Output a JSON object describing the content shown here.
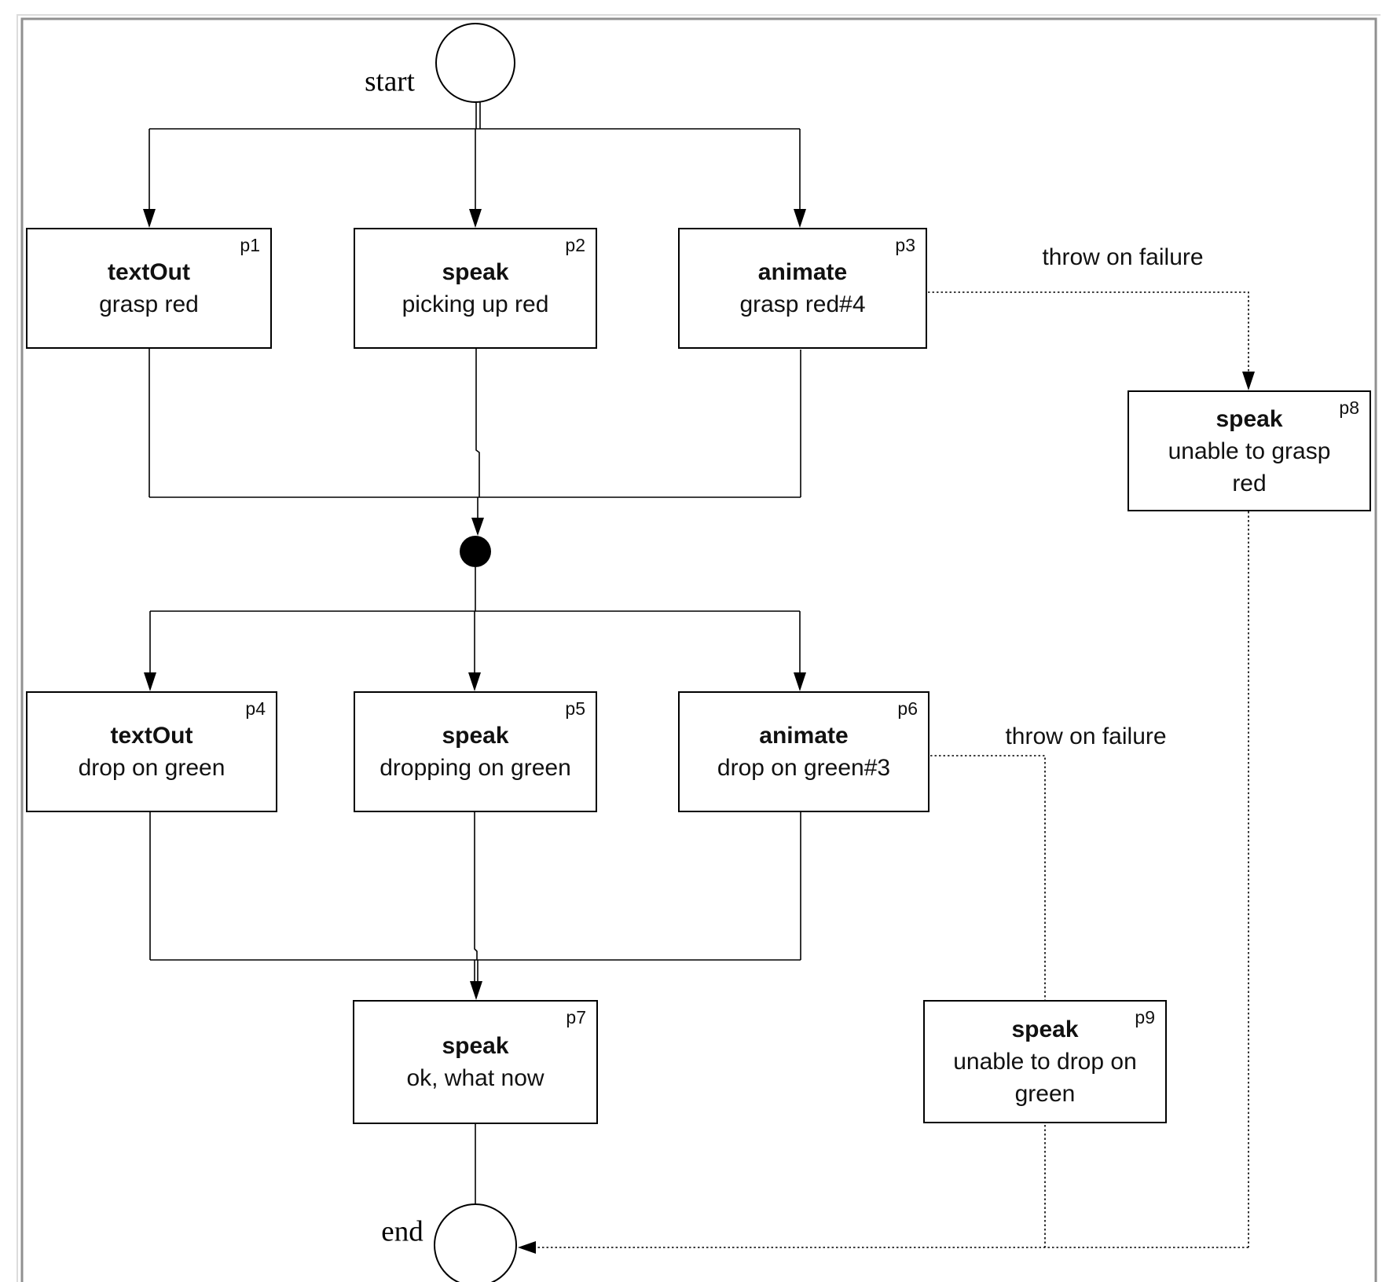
{
  "diagram": {
    "terminals": {
      "start": "start",
      "end": "end"
    },
    "edge_labels": {
      "throw1": "throw on failure",
      "throw2": "throw on failure"
    },
    "nodes": [
      {
        "id": "p1",
        "title": "textOut",
        "body": "grasp red"
      },
      {
        "id": "p2",
        "title": "speak",
        "body": "picking up red"
      },
      {
        "id": "p3",
        "title": "animate",
        "body": "grasp red#4"
      },
      {
        "id": "p4",
        "title": "textOut",
        "body": "drop on green"
      },
      {
        "id": "p5",
        "title": "speak",
        "body": "dropping on green"
      },
      {
        "id": "p6",
        "title": "animate",
        "body": "drop on green#3"
      },
      {
        "id": "p7",
        "title": "speak",
        "body": "ok, what now"
      },
      {
        "id": "p8",
        "title": "speak",
        "body": "unable to grasp red"
      },
      {
        "id": "p9",
        "title": "speak",
        "body": "unable to drop on green"
      }
    ],
    "colors": {
      "line": "#000000",
      "frame": "#909090",
      "background": "#ffffff"
    }
  }
}
